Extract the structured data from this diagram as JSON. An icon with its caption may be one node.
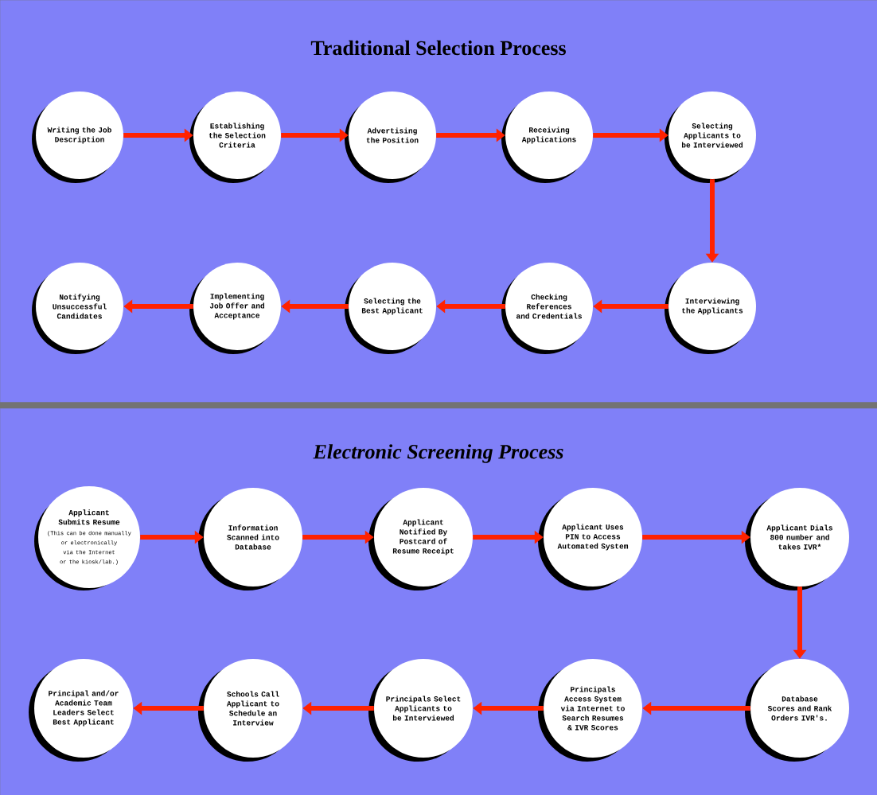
{
  "diagram": {
    "nodes": [
      {
        "text": [
          "Traditional Selection Process"
        ]
      },
      {
        "text": [
          "Writing the Job Description"
        ],
        "in": 0
      },
      {
        "text": [
          "Establishing the Selection Criteria"
        ],
        "in": 0
      },
      {
        "text": [
          "Advertising the Position"
        ],
        "in": 0
      },
      {
        "text": [
          "Receiving Applications"
        ],
        "in": 0
      },
      {
        "text": [
          "Selecting Applicants to be Interviewed"
        ],
        "in": 0
      },
      {
        "text": [
          "Interviewing the Applicants"
        ],
        "in": 0
      },
      {
        "text": [
          "Checking References and Credentials"
        ],
        "in": 0
      },
      {
        "text": [
          "Selecting the Best Applicant"
        ],
        "in": 0
      },
      {
        "text": [
          "Implementing Job Offer and Acceptance"
        ],
        "in": 0
      },
      {
        "text": [
          "Notifying Unsuccessful Candidates"
        ],
        "in": 0
      },
      {
        "text": [
          "Electronic Screening Process"
        ]
      },
      {
        "text": [
          "Applicant Submits Resume",
          "(This can be done manually or electronically via the Internet or the kiosk/lab.)"
        ],
        "in": 11
      },
      {
        "text": [
          "Information Scanned into Database"
        ],
        "in": 11
      },
      {
        "text": [
          "Applicant Notified By Postcard of Resume Receipt"
        ],
        "in": 11
      },
      {
        "text": [
          "Applicant Uses PIN to Access Automated System"
        ],
        "in": 11
      },
      {
        "text": [
          "Applicant Dials 800 number and takes IVR*"
        ],
        "in": 11
      },
      {
        "text": [
          "Database Scores and Rank Orders IVR's."
        ],
        "in": 11
      },
      {
        "text": [
          "Principals Access System via Internet to Search Resumes & IVR Scores"
        ],
        "in": 11
      },
      {
        "text": [
          "Principals Select Applicants to be Interviewed"
        ],
        "in": 11
      },
      {
        "text": [
          "Schools Call Applicant to Schedule an Interview"
        ],
        "in": 11
      },
      {
        "text": [
          "Principal and/or Academic Team Leaders Select Best Applicant"
        ],
        "in": 11
      }
    ],
    "edges": [
      {
        "from": 1,
        "to": 2,
        "arrow": "to"
      },
      {
        "from": 2,
        "to": 3,
        "arrow": "to"
      },
      {
        "from": 3,
        "to": 4,
        "arrow": "to"
      },
      {
        "from": 4,
        "to": 5,
        "arrow": "to"
      },
      {
        "from": 5,
        "to": 6,
        "arrow": "to"
      },
      {
        "from": 6,
        "to": 7,
        "arrow": "to"
      },
      {
        "from": 7,
        "to": 8,
        "arrow": "to"
      },
      {
        "from": 8,
        "to": 9,
        "arrow": "to"
      },
      {
        "from": 9,
        "to": 10,
        "arrow": "to"
      },
      {
        "from": 12,
        "to": 13,
        "arrow": "to"
      },
      {
        "from": 13,
        "to": 14,
        "arrow": "to"
      },
      {
        "from": 14,
        "to": 15,
        "arrow": "to"
      },
      {
        "from": 15,
        "to": 16,
        "arrow": "to"
      },
      {
        "from": 16,
        "to": 17,
        "arrow": "to"
      },
      {
        "from": 17,
        "to": 18,
        "arrow": "to"
      },
      {
        "from": 18,
        "to": 19,
        "arrow": "to"
      },
      {
        "from": 19,
        "to": 20,
        "arrow": "to"
      },
      {
        "from": 20,
        "to": 21,
        "arrow": "to"
      }
    ]
  }
}
